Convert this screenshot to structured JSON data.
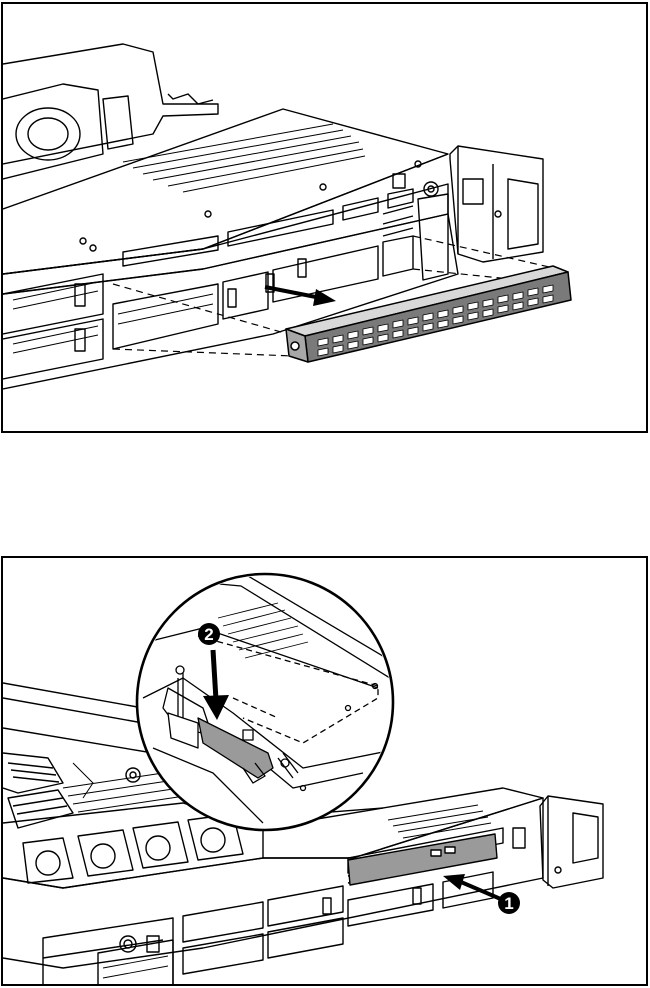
{
  "figure": {
    "steps": [
      {
        "id": "top",
        "description_icons": [
          "server-chassis",
          "drive-bay-blank",
          "removal-arrow"
        ]
      },
      {
        "id": "bottom",
        "callouts": [
          {
            "label": "1"
          },
          {
            "label": "2"
          }
        ],
        "description_icons": [
          "server-chassis",
          "optical-drive",
          "insert-arrow",
          "press-down-arrow",
          "magnifier-circle"
        ]
      }
    ],
    "colors": {
      "line": "#000000",
      "blank_fill": "#7a7a7a",
      "drive_fill": "#9a9a9a",
      "callout_fill": "#000000",
      "background": "#ffffff"
    }
  }
}
